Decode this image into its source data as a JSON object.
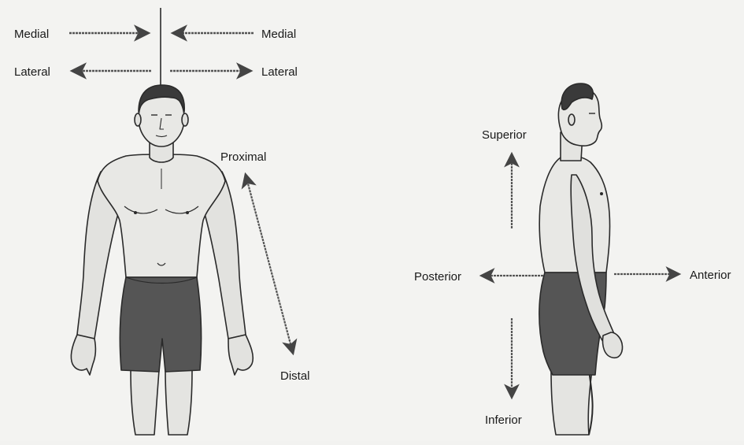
{
  "labels": {
    "medial_left": "Medial",
    "medial_right": "Medial",
    "lateral_left": "Lateral",
    "lateral_right": "Lateral",
    "proximal": "Proximal",
    "distal": "Distal",
    "superior": "Superior",
    "inferior": "Inferior",
    "posterior": "Posterior",
    "anterior": "Anterior"
  },
  "colors": {
    "background": "#f3f3f1",
    "outline": "#2a2a2a",
    "skin": "#e6e6e3",
    "skin_shade": "#cfcfcc",
    "hair": "#3a3a3a",
    "shorts": "#555555",
    "arrow": "#444444"
  },
  "figures": {
    "front_view": "front-body-figure",
    "side_view": "side-body-figure"
  }
}
